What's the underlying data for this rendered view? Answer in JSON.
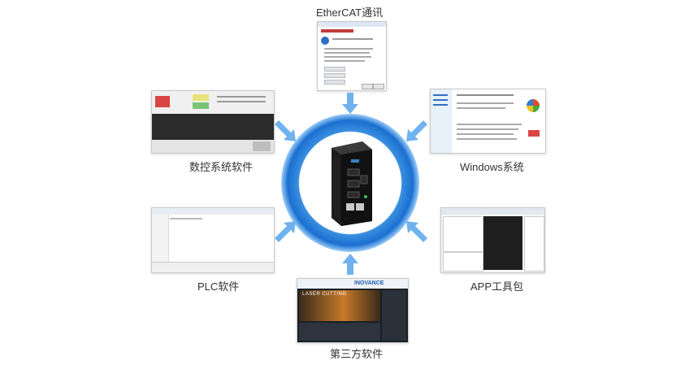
{
  "labels": {
    "ethercat": "EtherCAT通讯",
    "cnc": "数控系统软件",
    "windows": "Windows系统",
    "plc": "PLC软件",
    "app": "APP工具包",
    "third_party": "第三方软件"
  },
  "third_party_screen": {
    "brand": "INOVANCE",
    "banner": "LASER CUTTING"
  },
  "colors": {
    "ring_dark": "#1b6fd0",
    "ring_light": "#8fc4f5",
    "arrow": "#6fb2ee"
  }
}
